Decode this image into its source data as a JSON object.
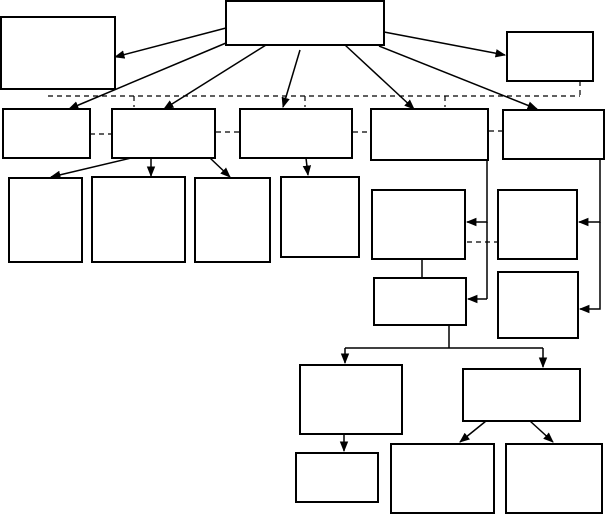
{
  "diagram": {
    "title": "",
    "type": "hierarchy-flowchart",
    "colors": {
      "line": "#000000",
      "background": "#ffffff",
      "box_fill": "#ffffff"
    },
    "nodes": [
      {
        "id": "root",
        "label": ""
      },
      {
        "id": "left-top",
        "label": ""
      },
      {
        "id": "right-top",
        "label": ""
      },
      {
        "id": "l1-a",
        "label": ""
      },
      {
        "id": "l1-b",
        "label": ""
      },
      {
        "id": "l1-c",
        "label": ""
      },
      {
        "id": "l1-d",
        "label": ""
      },
      {
        "id": "l1-e",
        "label": ""
      },
      {
        "id": "b-child-1",
        "label": ""
      },
      {
        "id": "b-child-2",
        "label": ""
      },
      {
        "id": "b-child-3",
        "label": ""
      },
      {
        "id": "c-child-1",
        "label": ""
      },
      {
        "id": "d-child-1",
        "label": ""
      },
      {
        "id": "d-child-2",
        "label": ""
      },
      {
        "id": "e-child-1",
        "label": ""
      },
      {
        "id": "e-child-2",
        "label": ""
      },
      {
        "id": "branch-left",
        "label": ""
      },
      {
        "id": "branch-right",
        "label": ""
      },
      {
        "id": "branch-left-child",
        "label": ""
      },
      {
        "id": "branch-right-child-1",
        "label": ""
      },
      {
        "id": "branch-right-child-2",
        "label": ""
      }
    ],
    "edges": [
      {
        "from": "root",
        "to": "left-top",
        "style": "arrow"
      },
      {
        "from": "root",
        "to": "right-top",
        "style": "arrow"
      },
      {
        "from": "root",
        "to": "l1-a",
        "style": "arrow"
      },
      {
        "from": "root",
        "to": "l1-b",
        "style": "arrow"
      },
      {
        "from": "root",
        "to": "l1-c",
        "style": "arrow"
      },
      {
        "from": "root",
        "to": "l1-d",
        "style": "arrow"
      },
      {
        "from": "root",
        "to": "l1-e",
        "style": "arrow"
      },
      {
        "from": "l1-b",
        "to": "b-child-1",
        "style": "arrow"
      },
      {
        "from": "l1-b",
        "to": "b-child-2",
        "style": "arrow"
      },
      {
        "from": "l1-b",
        "to": "b-child-3",
        "style": "arrow"
      },
      {
        "from": "l1-c",
        "to": "c-child-1",
        "style": "arrow"
      },
      {
        "from": "l1-d",
        "to": "d-child-1",
        "style": "elbow-arrow"
      },
      {
        "from": "l1-d",
        "to": "d-child-2",
        "style": "elbow-arrow"
      },
      {
        "from": "l1-e",
        "to": "e-child-1",
        "style": "elbow-arrow"
      },
      {
        "from": "l1-e",
        "to": "e-child-2",
        "style": "elbow-arrow"
      },
      {
        "from": "d-child-1",
        "to": "d-child-2",
        "style": "line"
      },
      {
        "from": "d-child-2",
        "to": "branch-left",
        "style": "elbow-arrow"
      },
      {
        "from": "d-child-2",
        "to": "branch-right",
        "style": "elbow-arrow"
      },
      {
        "from": "branch-left",
        "to": "branch-left-child",
        "style": "arrow"
      },
      {
        "from": "branch-right",
        "to": "branch-right-child-1",
        "style": "arrow"
      },
      {
        "from": "branch-right",
        "to": "branch-right-child-2",
        "style": "arrow"
      },
      {
        "from": "right-top",
        "to": "level1-bus",
        "style": "dashed"
      },
      {
        "from": "l1-a",
        "to": "l1-b",
        "style": "dashed"
      },
      {
        "from": "l1-b",
        "to": "l1-c",
        "style": "dashed"
      },
      {
        "from": "l1-c",
        "to": "l1-d",
        "style": "dashed"
      },
      {
        "from": "l1-d",
        "to": "l1-e",
        "style": "dashed"
      },
      {
        "from": "d-child-1",
        "to": "e-child-1",
        "style": "dashed"
      }
    ]
  }
}
